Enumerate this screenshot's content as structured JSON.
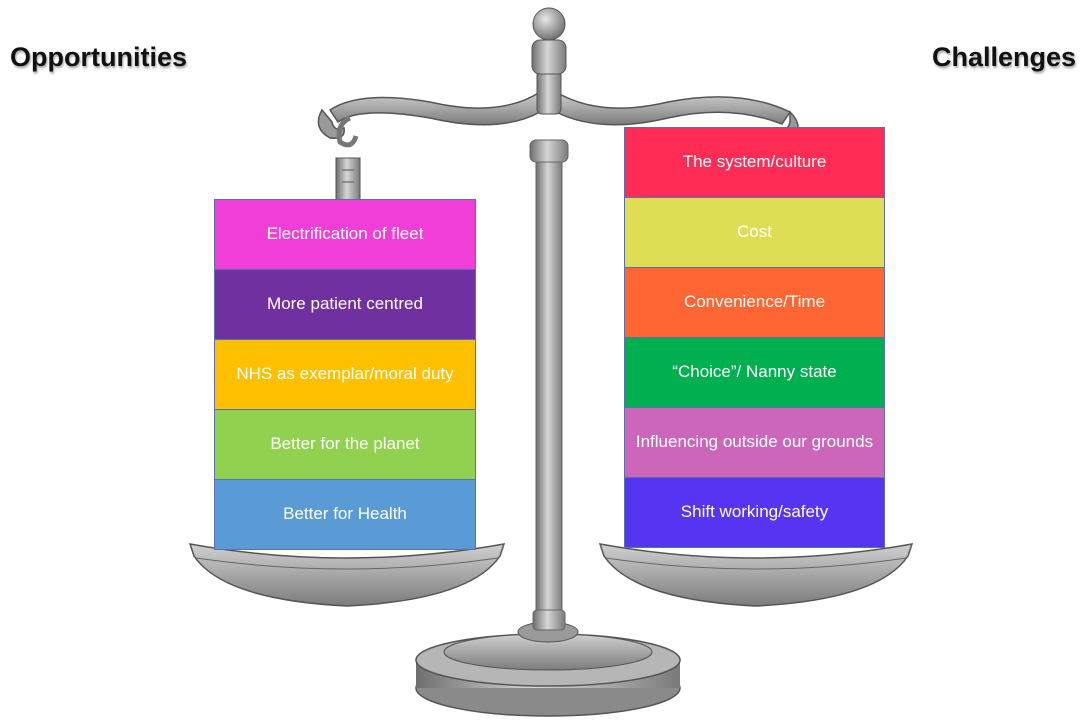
{
  "headings": {
    "opportunities": "Opportunities",
    "challenges": "Challenges"
  },
  "opportunities": [
    {
      "text": "Electrification of fleet",
      "color": "#f23ed8"
    },
    {
      "text": "More patient centred",
      "color": "#7030a0"
    },
    {
      "text": "NHS as exemplar/moral duty",
      "color": "#ffc000"
    },
    {
      "text": "Better for the planet",
      "color": "#92d050"
    },
    {
      "text": "Better for Health",
      "color": "#5b9bd5"
    }
  ],
  "challenges": [
    {
      "text": "The system/culture",
      "color": "#ff2d55"
    },
    {
      "text": "Cost",
      "color": "#dede55"
    },
    {
      "text": "Convenience/Time",
      "color": "#ff6633"
    },
    {
      "text": "“Choice”/ Nanny state",
      "color": "#00b050"
    },
    {
      "text": "Influencing outside our grounds",
      "color": "#cc66bb"
    },
    {
      "text": "Shift working/safety",
      "color": "#5535f2"
    }
  ]
}
